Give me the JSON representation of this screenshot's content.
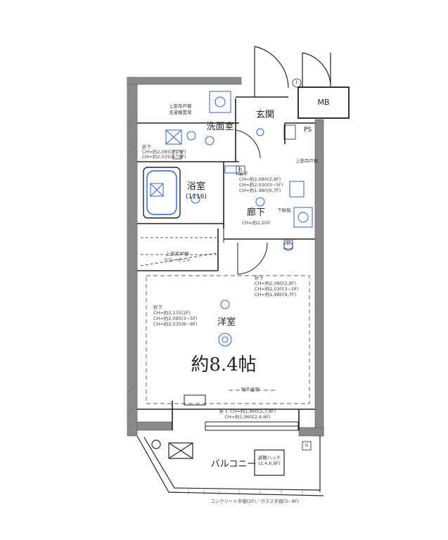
{
  "rooms": {
    "entrance": "玄関",
    "washroom": "洗面室",
    "bathroom": "浴室",
    "bathroom_size": "(1116)",
    "hallway": "廊下",
    "western_room": "洋室",
    "western_room_area": "約8.4帖",
    "closet": "クローゼット",
    "balcony": "バルコニー",
    "mb": "MB",
    "ps": "PS"
  },
  "notes": {
    "upper_shelf_1": "上部吊戸棚",
    "upper_shelf_2": "洗濯機置場",
    "upper_shelf_3": "上部吊戸棚",
    "upper_shelf_4": "上部吊戸棚",
    "washroom_ceiling_title": "折下",
    "washroom_ceiling_1": "CH=約2,085(3~5F)",
    "washroom_ceiling_2": "CH=約2,035(6~8F)",
    "hall_ceiling_title": "折下",
    "hall_ceiling_1": "CH=約2,080(2,8F)",
    "hall_ceiling_2": "CH=約2,030(3~5F)",
    "hall_ceiling_3": "CH=約1,980(6,7F)",
    "hallway_ch": "CH=約2,200",
    "shoe_box": "下駄箱",
    "western_left_title": "折下",
    "western_left_1": "CH=約2,135(2F)",
    "western_left_2": "CH=約2,085(3~5F)",
    "western_left_3": "CH=約2,035(6~8F)",
    "western_right_title": "折下",
    "western_right_1": "CH=約2,080(2,8F)",
    "western_right_2": "CH=約2,030(3~5F)",
    "western_right_3": "CH=約1,980(6,7F)",
    "rail": "物干金物",
    "window_1": "折下 CH=約1,960(2,7,8F)",
    "window_2": "CH=約1,960(2,4,6F)",
    "box_1": "避難ハッチ",
    "box_2": "(2,4,6,8F)",
    "bottom": "コンクリート手摺(2F)／ガラス手摺(3~8F)"
  },
  "symbols": {
    "r": "R",
    "m": "M",
    "c": "C",
    "t": "t",
    "g": "G"
  },
  "colors": {
    "wall": "#8a8a8a",
    "line": "#222222",
    "fixture": "#2b63c4"
  }
}
